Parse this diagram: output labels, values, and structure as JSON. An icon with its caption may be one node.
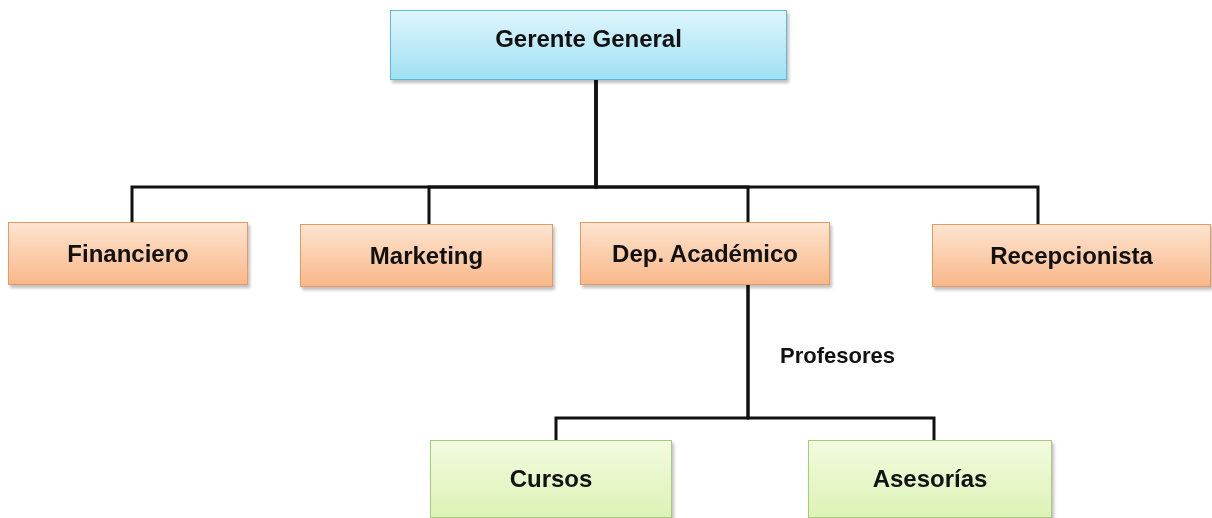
{
  "diagram": {
    "nodes": [
      {
        "text": [
          "Gerente General"
        ]
      },
      {
        "text": [
          "Financiero"
        ]
      },
      {
        "text": [
          "Marketing"
        ]
      },
      {
        "text": [
          "Dep. Académico"
        ]
      },
      {
        "text": [
          "Recepcionista"
        ]
      },
      {
        "text": [
          "Cursos"
        ]
      },
      {
        "text": [
          "Asesorías"
        ]
      }
    ],
    "edges": [
      {
        "from": 0,
        "to": 1,
        "arrow": "none"
      },
      {
        "from": 0,
        "to": 2,
        "arrow": "none"
      },
      {
        "from": 0,
        "to": 3,
        "arrow": "none"
      },
      {
        "from": 0,
        "to": 4,
        "arrow": "none"
      },
      {
        "from": 3,
        "to": 5,
        "arrow": "none"
      },
      {
        "from": 3,
        "to": 6,
        "arrow": "none"
      }
    ],
    "labels": [
      "Profesores"
    ]
  }
}
